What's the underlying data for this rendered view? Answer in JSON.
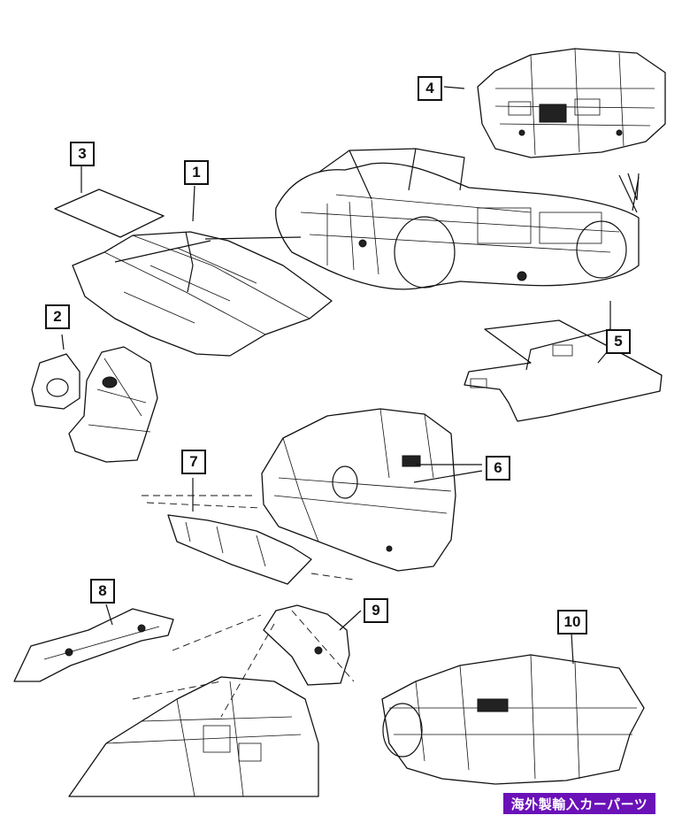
{
  "diagram": {
    "callouts": [
      "1",
      "2",
      "3",
      "4",
      "5",
      "6",
      "7",
      "8",
      "9",
      "10"
    ],
    "watermark": "海外製輸入カーパーツ"
  }
}
